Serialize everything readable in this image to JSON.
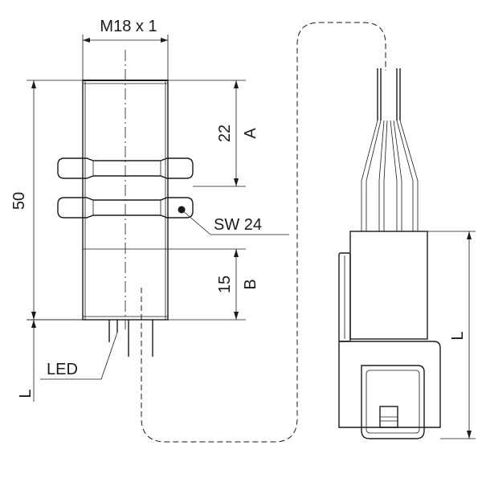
{
  "labels": {
    "thread": "M18 x 1",
    "length_50": "50",
    "dim_22": "22",
    "dim_a": "A",
    "wrench": "SW 24",
    "dim_15": "15",
    "dim_b": "B",
    "led": "LED",
    "l_left": "L",
    "l_right": "L"
  }
}
